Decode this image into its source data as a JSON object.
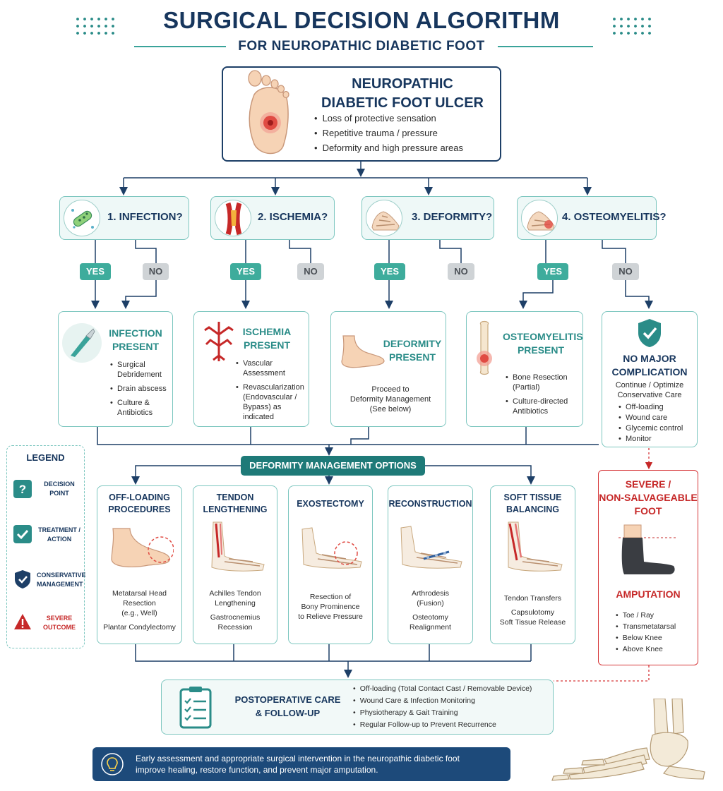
{
  "header": {
    "title": "SURGICAL DECISION ALGORITHM",
    "subtitle": "FOR NEUROPATHIC DIABETIC FOOT"
  },
  "root": {
    "title_line1": "NEUROPATHIC",
    "title_line2": "DIABETIC FOOT ULCER",
    "bullets": [
      "Loss of protective sensation",
      "Repetitive trauma / pressure",
      "Deformity and high pressure areas"
    ]
  },
  "questions": [
    {
      "label": "1. INFECTION?",
      "icon": "bacteria-icon"
    },
    {
      "label": "2. ISCHEMIA?",
      "icon": "artery-icon"
    },
    {
      "label": "3. DEFORMITY?",
      "icon": "foot-bones-icon"
    },
    {
      "label": "4. OSTEOMYELITIS?",
      "icon": "infected-bone-icon"
    }
  ],
  "pills": {
    "yes": "YES",
    "no": "NO"
  },
  "present": {
    "infection": {
      "title1": "INFECTION",
      "title2": "PRESENT",
      "items": [
        "Surgical Debridement",
        "Drain abscess",
        "Culture & Antibiotics"
      ]
    },
    "ischemia": {
      "title1": "ISCHEMIA",
      "title2": "PRESENT",
      "items": [
        "Vascular Assessment",
        "Revascularization (Endovascular / Bypass) as indicated"
      ]
    },
    "deformity": {
      "title1": "DEFORMITY",
      "title2": "PRESENT",
      "text1": "Proceed to",
      "text2": "Deformity Management",
      "text3": "(See below)"
    },
    "osteomyelitis": {
      "title1": "OSTEOMYELITIS",
      "title2": "PRESENT",
      "items": [
        "Bone Resection (Partial)",
        "Culture-directed Antibiotics"
      ]
    },
    "none": {
      "title1": "NO MAJOR",
      "title2": "COMPLICATION",
      "text1": "Continue / Optimize",
      "text2": "Conservative Care",
      "items": [
        "Off-loading",
        "Wound care",
        "Glycemic control",
        "Monitor"
      ]
    }
  },
  "legend": {
    "title": "LEGEND",
    "items": [
      {
        "line1": "DECISION",
        "line2": "POINT"
      },
      {
        "line1": "TREATMENT /",
        "line2": "ACTION"
      },
      {
        "line1": "CONSERVATIVE",
        "line2": "MANAGEMENT"
      },
      {
        "line1": "SEVERE",
        "line2": "OUTCOME"
      }
    ]
  },
  "banner": "DEFORMITY MANAGEMENT OPTIONS",
  "options": [
    {
      "title1": "OFF-LOADING",
      "title2": "PROCEDURES",
      "lines": [
        "Metatarsal Head",
        "Resection",
        "(e.g., Well)",
        "",
        "Plantar Condylectomy"
      ]
    },
    {
      "title1": "TENDON",
      "title2": "LENGTHENING",
      "lines": [
        "Achilles Tendon",
        "Lengthening",
        "",
        "Gastrocnemius",
        "Recession"
      ]
    },
    {
      "title1": "EXOSTECTOMY",
      "title2": "",
      "lines": [
        "Resection of",
        "Bony Prominence",
        "to Relieve Pressure"
      ]
    },
    {
      "title1": "RECONSTRUCTION",
      "title2": "",
      "lines": [
        "Arthrodesis",
        "(Fusion)",
        "",
        "Osteotomy",
        "Realignment"
      ]
    },
    {
      "title1": "SOFT TISSUE",
      "title2": "BALANCING",
      "lines": [
        "Tendon Transfers",
        "",
        "Capsulotomy",
        "Soft Tissue Release"
      ]
    }
  ],
  "severe": {
    "title1": "SEVERE /",
    "title2": "NON-SALVAGEABLE",
    "title3": "FOOT",
    "amputation": "AMPUTATION",
    "items": [
      "Toe / Ray",
      "Transmetatarsal",
      "Below Knee",
      "Above Knee"
    ]
  },
  "postop": {
    "title1": "POSTOPERATIVE CARE",
    "title2": "& FOLLOW-UP",
    "items": [
      "Off-loading (Total Contact Cast / Removable Device)",
      "Wound Care & Infection Monitoring",
      "Physiotherapy & Gait Training",
      "Regular Follow-up to Prevent Recurrence"
    ]
  },
  "footer": {
    "line1": "Early assessment and appropriate surgical intervention in the neuropathic diabetic foot",
    "line2": "improve healing, restore function, and prevent major amputation."
  },
  "colors": {
    "navy": "#17365d",
    "teal": "#2a8c88",
    "teal_light": "#7cc6bf",
    "red": "#c62828"
  }
}
